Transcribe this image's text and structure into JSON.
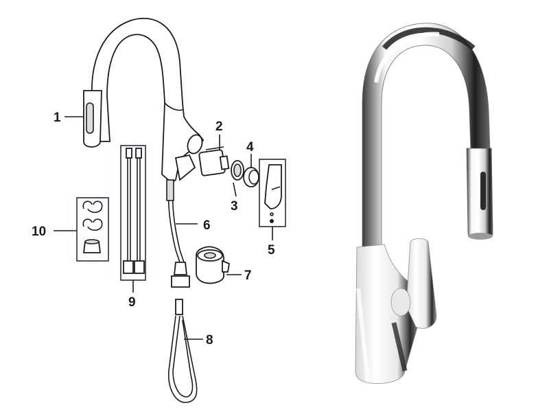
{
  "callouts": [
    {
      "id": "c1",
      "label": "1"
    },
    {
      "id": "c2",
      "label": "2"
    },
    {
      "id": "c3",
      "label": "3"
    },
    {
      "id": "c4",
      "label": "4"
    },
    {
      "id": "c5",
      "label": "5"
    },
    {
      "id": "c6",
      "label": "6"
    },
    {
      "id": "c7",
      "label": "7"
    },
    {
      "id": "c8",
      "label": "8"
    },
    {
      "id": "c9",
      "label": "9"
    },
    {
      "id": "c10",
      "label": "10"
    }
  ],
  "colors": {
    "ink": "#1a1a1a",
    "group_box": "#1f2d45",
    "chrome_dark": "#2b2b2b",
    "chrome_light": "#f4f4f4"
  }
}
